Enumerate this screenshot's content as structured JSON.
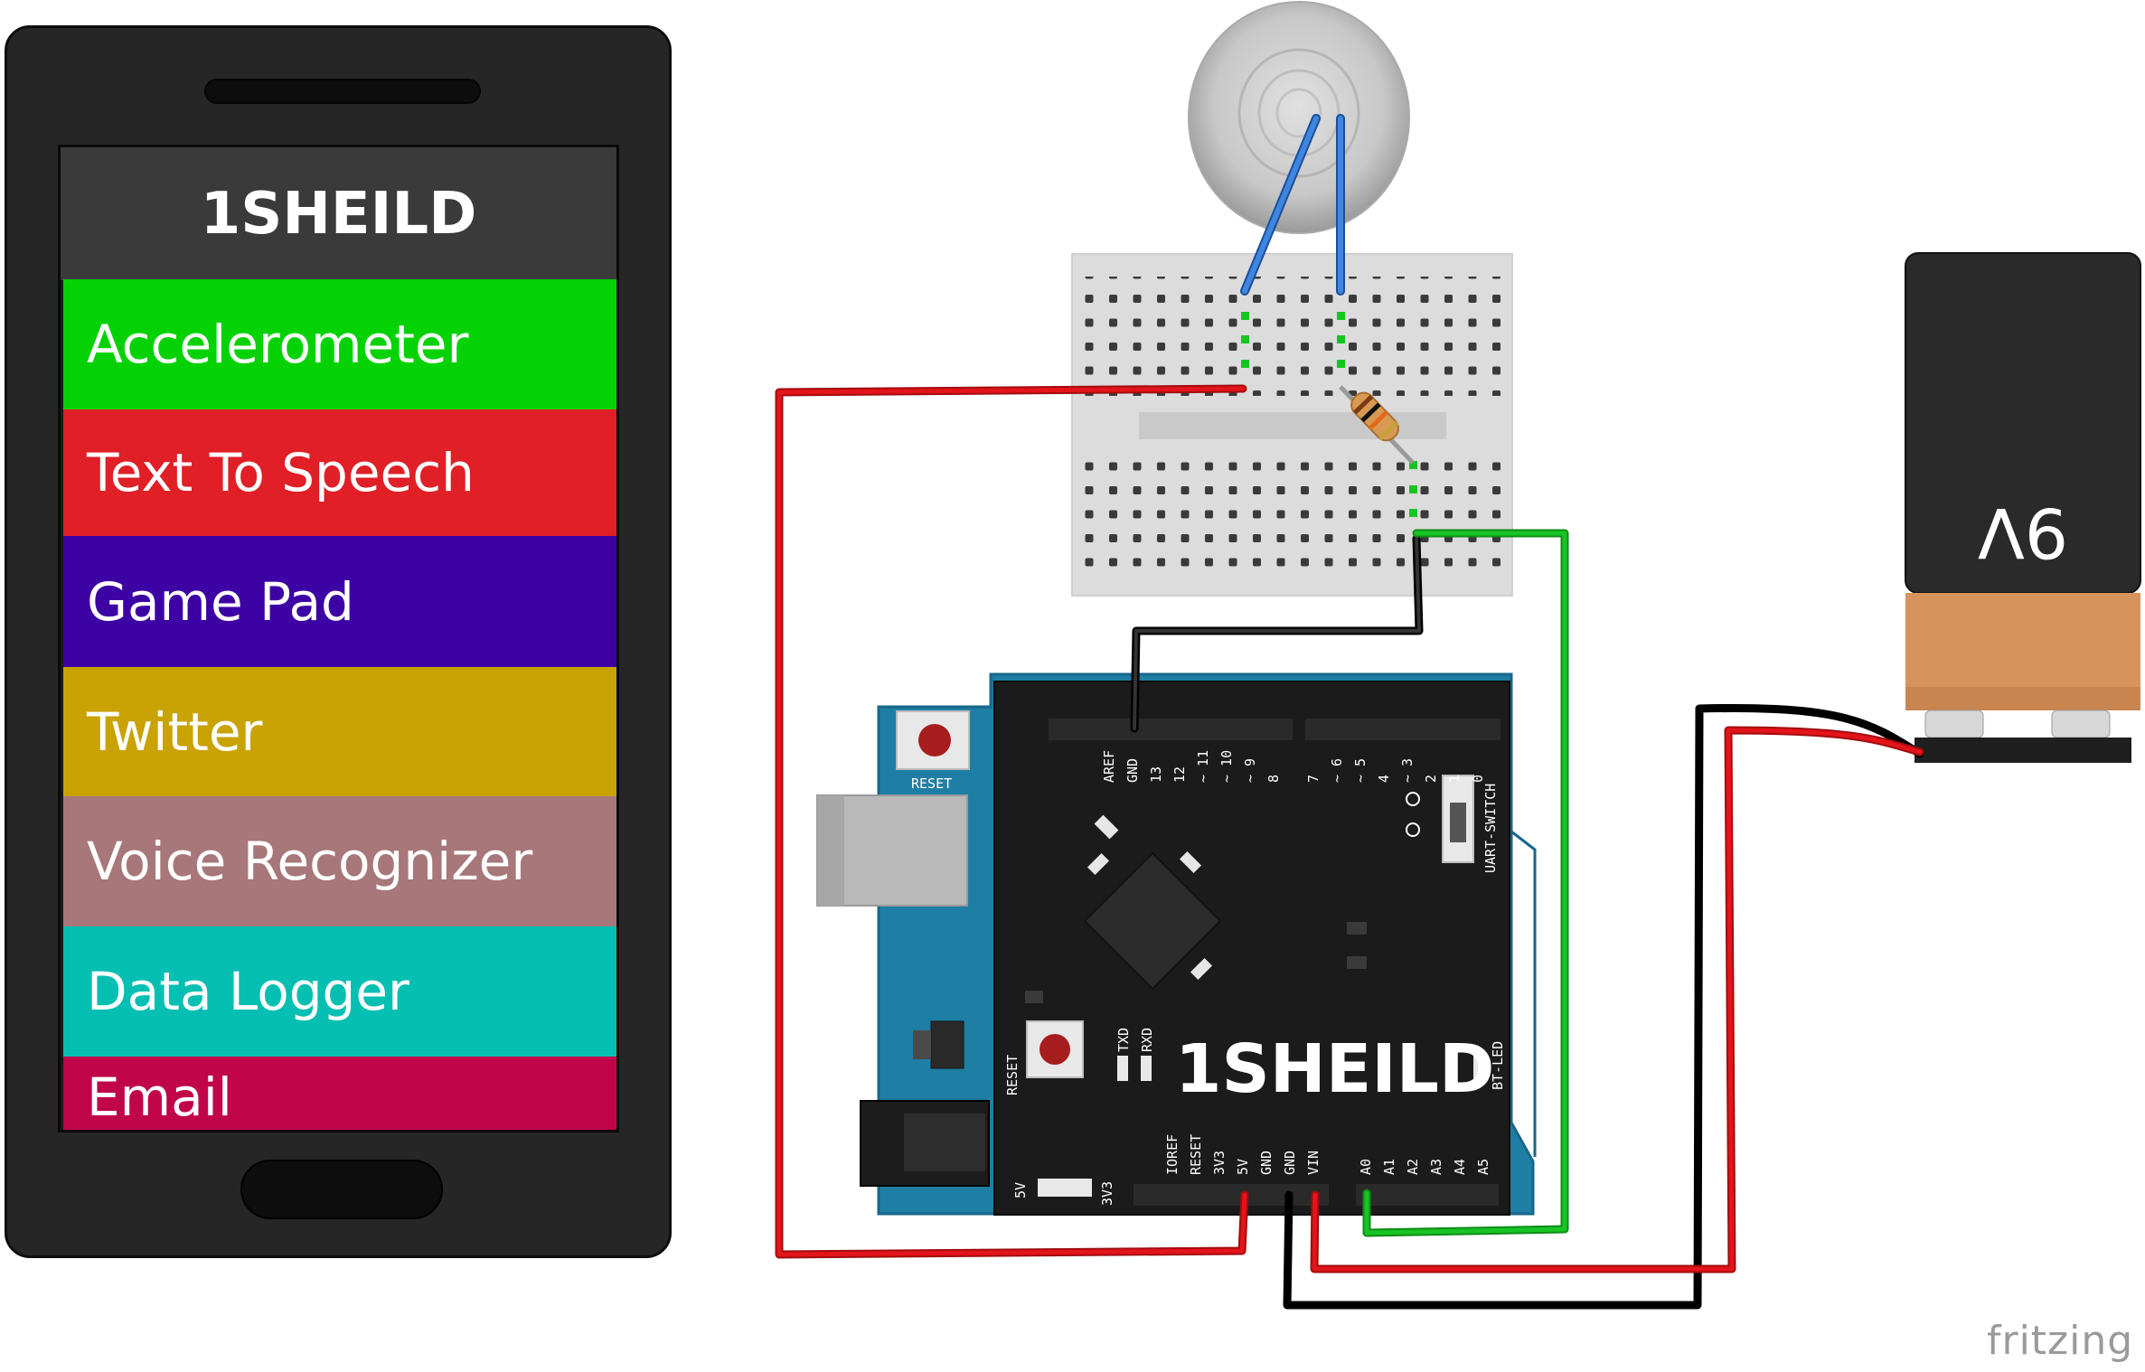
{
  "phone": {
    "brand": "1SHEILD",
    "menu": [
      {
        "label": "Accelerometer",
        "color": "#05d205"
      },
      {
        "label": "Text To Speech",
        "color": "#e01f26"
      },
      {
        "label": "Game Pad",
        "color": "#3d02a4"
      },
      {
        "label": "Twitter",
        "color": "#c9a203"
      },
      {
        "label": "Voice Recognizer",
        "color": "#a87779"
      },
      {
        "label": "Data Logger",
        "color": "#04bfb2"
      },
      {
        "label": "Email",
        "color": "#c00548"
      }
    ]
  },
  "board": {
    "brand": "1SHEILD",
    "reset_label": "RESET",
    "reset2_label": "RESET",
    "uart_label": "UART-SWITCH",
    "bt_label": "BT-LED",
    "tx_label": "TXD",
    "rx_label": "RXD",
    "top_pins": [
      "AREF",
      "GND",
      "13",
      "12",
      "~ 11",
      "~ 10",
      "~ 9",
      "8",
      "7",
      "~ 6",
      "~ 5",
      "4",
      "~ 3",
      "2",
      "1",
      "0"
    ],
    "bottom_pins": [
      "IOREF",
      "RESET",
      "3V3",
      "5V",
      "GND",
      "GND",
      "VIN",
      "A0",
      "A1",
      "A2",
      "A3",
      "A4",
      "A5"
    ],
    "v5_label": "5V",
    "v33_label": "3V3"
  },
  "battery": {
    "label": "9V"
  },
  "watermark": "fritzing",
  "colors": {
    "wire_red": "#e3141a",
    "wire_black": "#111111",
    "wire_green": "#18c424",
    "wire_blue": "#2e6fd1",
    "board_black": "#1b1b1b",
    "board_blue": "#1f7ea3",
    "breadboard": "#dcdcdc",
    "battery_top": "#2a2a2a",
    "battery_bottom": "#d6935b"
  },
  "icons": [
    "piezo-sensor-icon",
    "resistor-icon",
    "usb-port-icon",
    "power-jack-icon",
    "chip-icon",
    "shield-logo-icon"
  ]
}
